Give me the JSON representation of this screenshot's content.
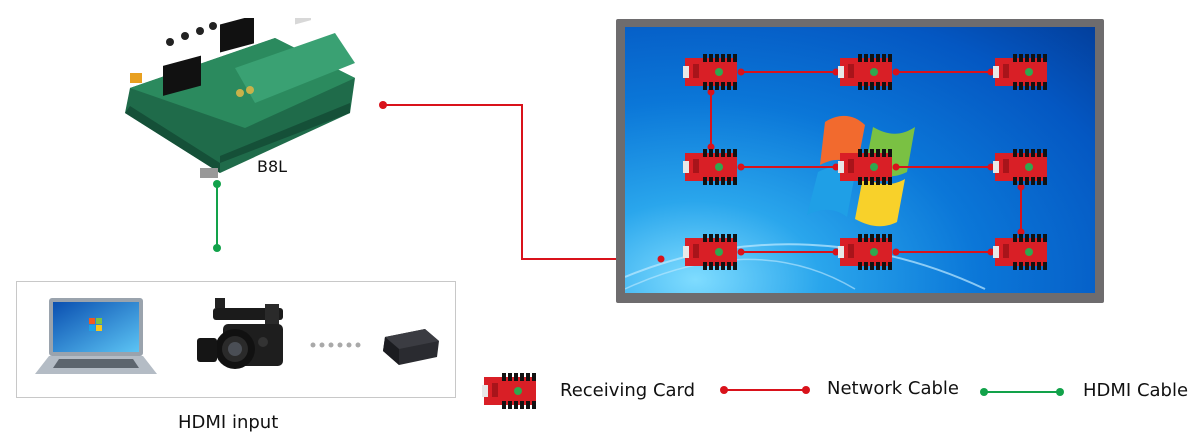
{
  "diagram": {
    "controller": {
      "label": "B8L",
      "icon": "controller-board-icon"
    },
    "sources": {
      "label": "HDMI input",
      "devices": [
        {
          "name": "laptop",
          "icon": "laptop-icon"
        },
        {
          "name": "camcorder",
          "icon": "camcorder-icon"
        },
        {
          "name": "ellipsis",
          "icon": "dots-icon"
        },
        {
          "name": "media box",
          "icon": "set-top-box-icon"
        }
      ]
    },
    "display": {
      "icon": "led-screen-icon",
      "receiving_cards_grid": {
        "rows": 3,
        "cols": 3
      }
    },
    "legend": {
      "receiving_card": "Receiving Card",
      "network_cable": "Network Cable",
      "hdmi_cable": "HDMI Cable"
    },
    "colors": {
      "network_cable": "#d9121b",
      "hdmi_cable": "#12a24a",
      "screen_frame": "#6e6c6e",
      "card_red": "#d91f26"
    }
  }
}
